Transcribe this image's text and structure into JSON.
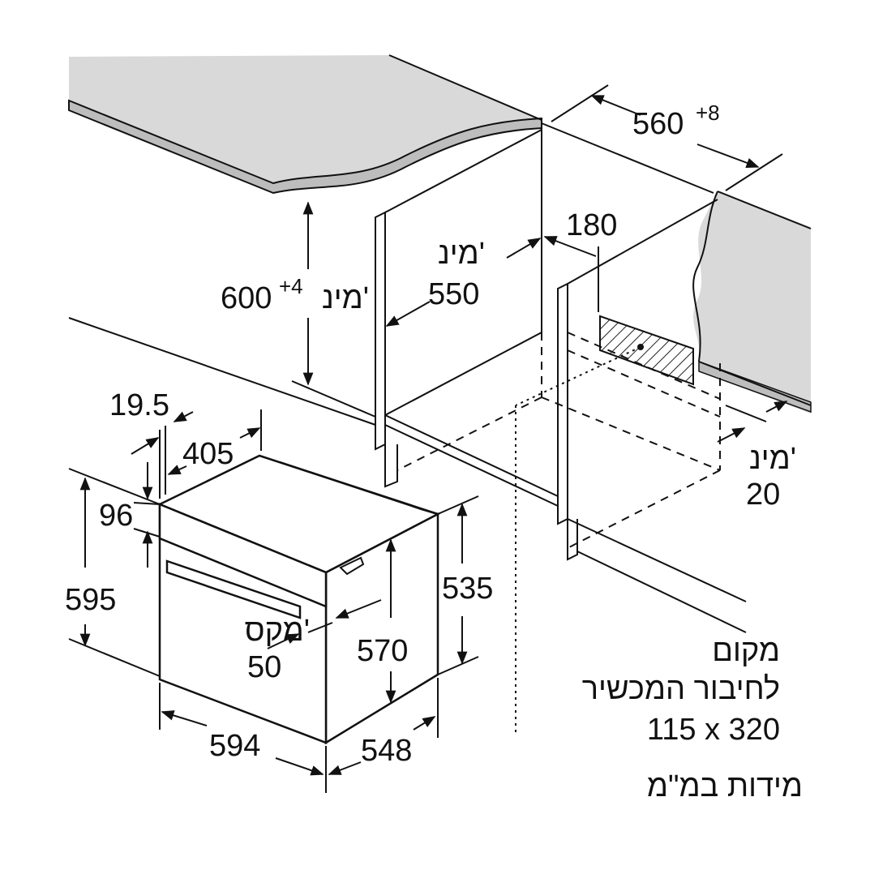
{
  "dims": {
    "niche_width": "560",
    "niche_width_tol": "+8",
    "niche_height_min_word": "מינ'",
    "niche_height": "600",
    "niche_height_tol": "+4",
    "depth_min_word": "מינ'",
    "depth_min": "550",
    "gap_top": "180",
    "back_gap_min_word": "מינ'",
    "back_gap_min": "20",
    "front_offset": "19.5",
    "panel_depth": "405",
    "control_height": "96",
    "total_height": "595",
    "body_height_front": "535",
    "body_height": "570",
    "max_word": "מקס'",
    "max_value": "50",
    "total_width": "594",
    "body_depth": "548"
  },
  "notes": {
    "connection_line1": "מקום",
    "connection_line2": "לחיבור המכשיר",
    "connection_size": "115 x 320",
    "units": "מידות במ\"מ"
  }
}
